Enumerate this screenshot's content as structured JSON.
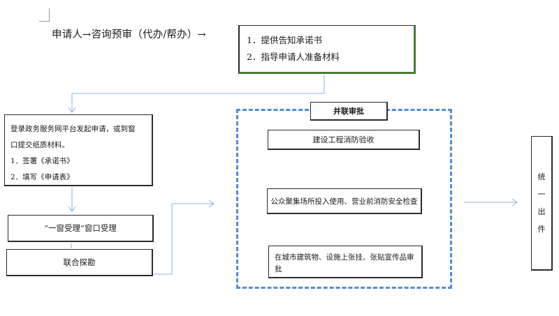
{
  "flow_title": "申请人→咨询预审（代办/帮办）→",
  "inform_box": {
    "items": [
      "1．提供告知承诺书",
      "2．指导申请人准备材料"
    ]
  },
  "apply_box": {
    "lines": [
      "登录政务服务网平台发起申请，或到窗",
      "口提交纸质材料。",
      "1．签署《承诺书》",
      "2．填写《申请表》"
    ]
  },
  "window_box": {
    "label": "“一窗受理”窗口受理"
  },
  "survey_box": {
    "label": "联合探勘"
  },
  "parallel_review": {
    "title": "并联审批",
    "items": [
      "建设工程消防验收",
      "公众聚集场所投入使用、营业前消防安全检查",
      "在城市建筑物、设施上张挂、张贴宣传品审批"
    ]
  },
  "unified_box": {
    "chars": [
      "统",
      "一",
      "出",
      "件"
    ]
  },
  "colors": {
    "connector": "#8fb2d8",
    "dashed_frame": "#4f8fd0",
    "inform_shadow": "#4a7a3a"
  }
}
